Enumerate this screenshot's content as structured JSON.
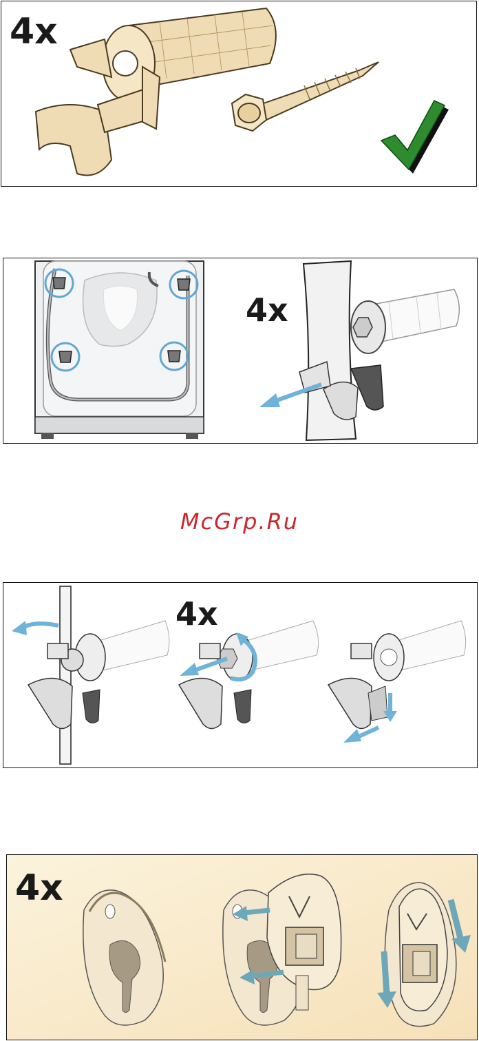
{
  "panel1": {
    "quantity": "4x"
  },
  "panel2": {
    "quantity": "4x"
  },
  "watermark": "McGrp.Ru",
  "panel3": {
    "quantity": "4x"
  },
  "panel4": {
    "quantity": "4x"
  },
  "colors": {
    "arrow": "#6fb3d9",
    "check_green": "#2e8b2e",
    "plastic_beige": "#f0dcb4",
    "watermark_red": "#c8282e"
  },
  "icons": [
    "transport-bolt",
    "screw",
    "checkmark-icon",
    "arrow-icon",
    "rotate-arrow-icon",
    "cover-cap"
  ]
}
